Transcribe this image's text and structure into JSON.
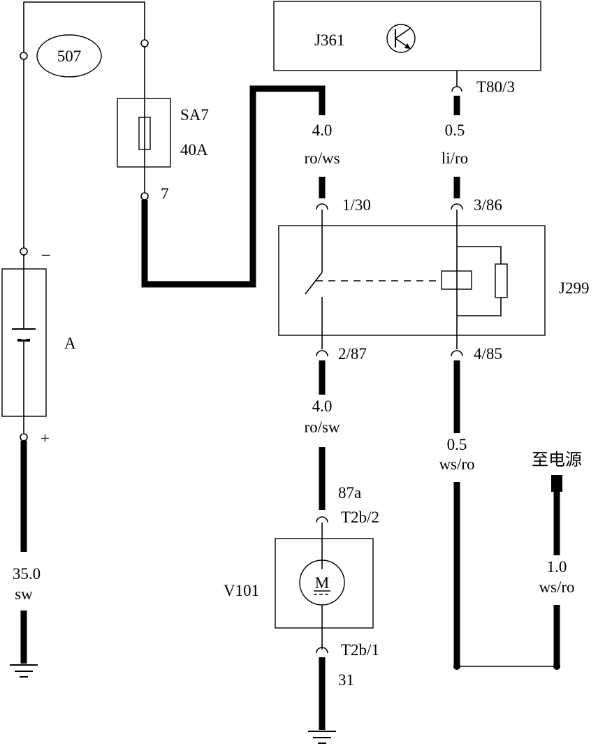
{
  "components": {
    "battery": {
      "label": "A",
      "minus": "–",
      "plus": "+"
    },
    "fuse": {
      "name": "SA7",
      "rating": "40A",
      "pin": "7"
    },
    "circuit_no": "507",
    "control_unit": {
      "name": "J361",
      "connector": "T80/3"
    },
    "relay": {
      "name": "J299",
      "pin_30": "1/30",
      "pin_86": "3/86",
      "pin_87": "2/87",
      "pin_85": "4/85"
    },
    "motor": {
      "name": "V101",
      "symbol": "M",
      "pin_top_label": "87a",
      "connector_top": "T2b/2",
      "connector_bottom": "T2b/1",
      "ground_term": "31"
    },
    "power_source_label": "至电源"
  },
  "wires": {
    "battery_ground": {
      "size": "35.0",
      "color": "sw"
    },
    "relay_feed": {
      "size": "4.0",
      "color": "ro/ws"
    },
    "relay_control": {
      "size": "0.5",
      "color": "li/ro"
    },
    "motor_feed": {
      "size": "4.0",
      "color": "ro/sw"
    },
    "relay_coil_out": {
      "size": "0.5",
      "color": "ws/ro"
    },
    "power_feed": {
      "size": "1.0",
      "color": "ws/ro"
    }
  },
  "icons": [
    "transistor-icon",
    "motor-icon",
    "ground-icon",
    "fuse-icon",
    "battery-icon",
    "relay-coil-icon",
    "resistor-icon",
    "switch-icon"
  ]
}
